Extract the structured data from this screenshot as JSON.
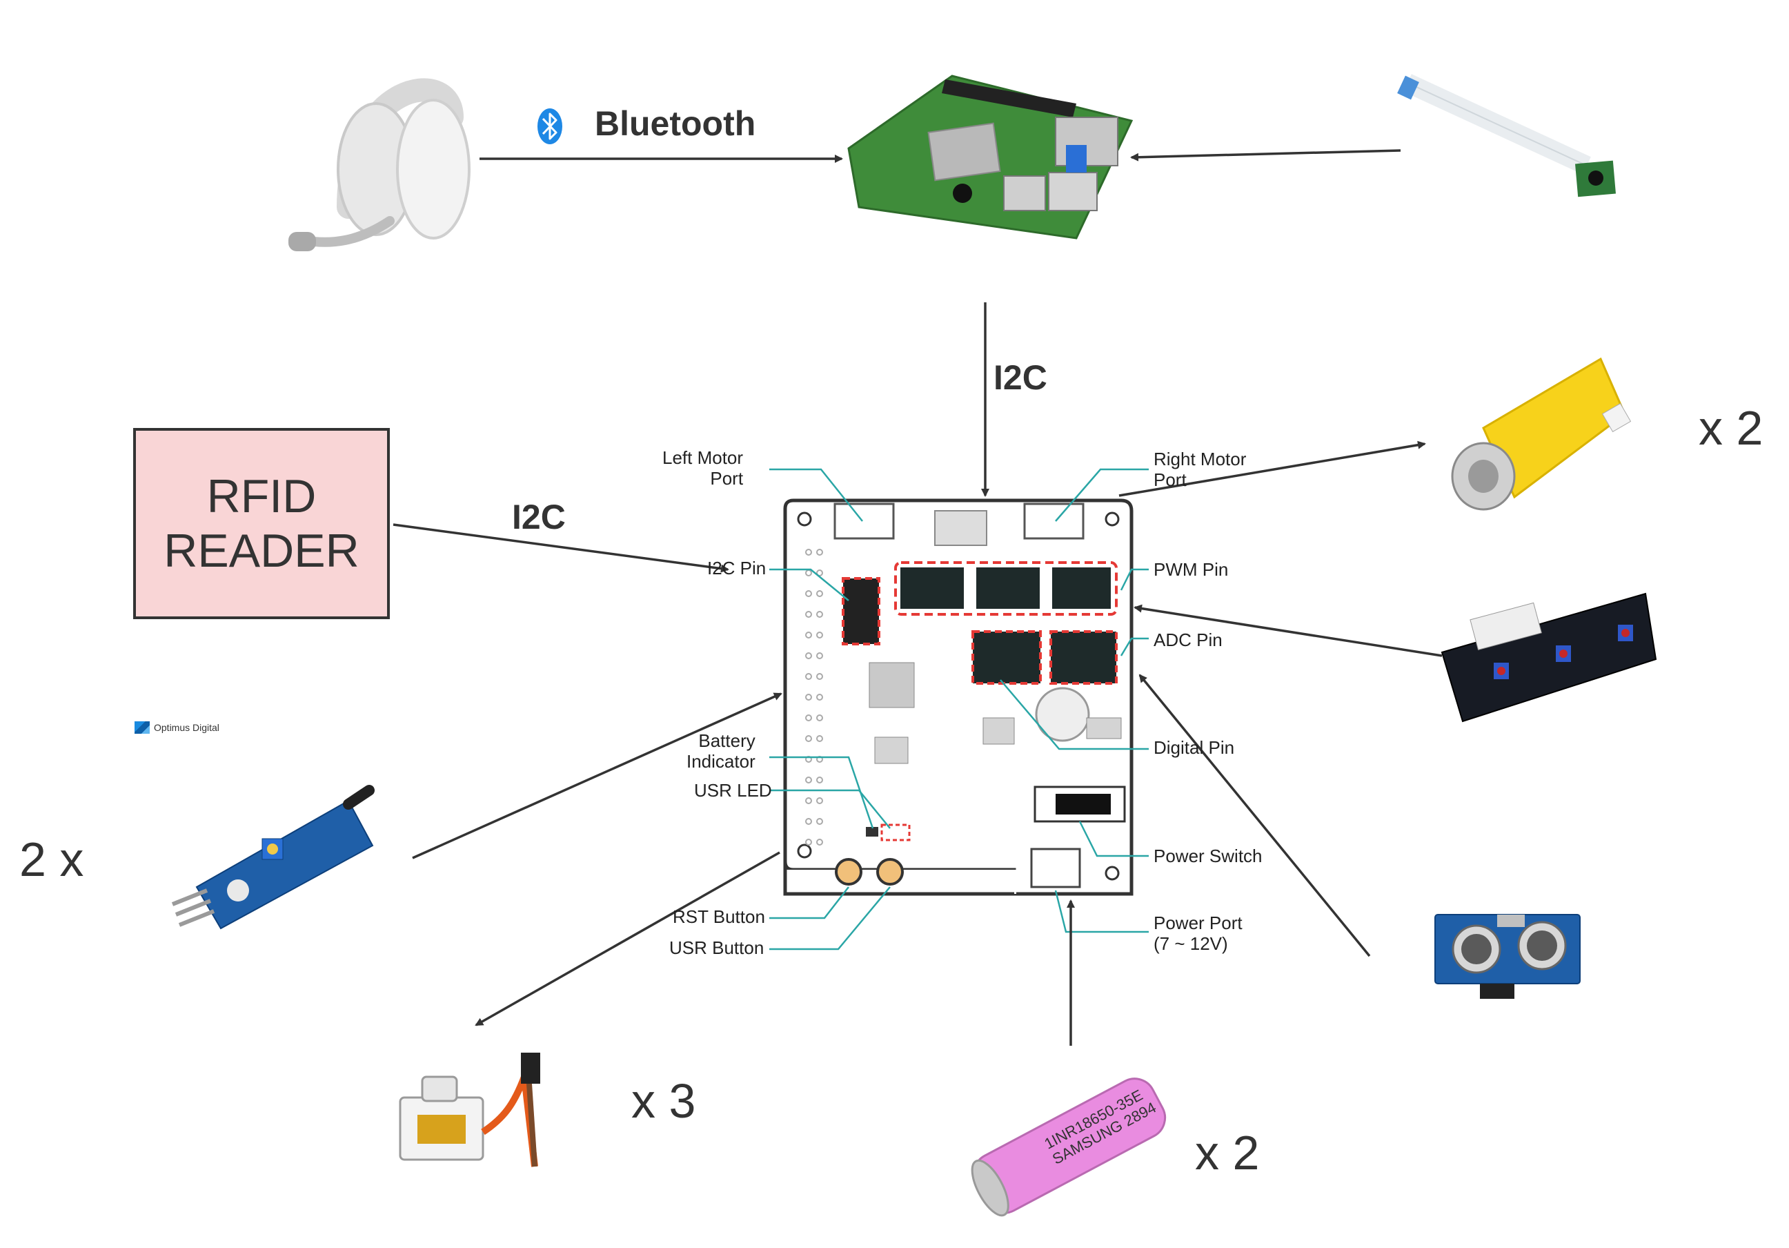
{
  "connections": {
    "bluetooth": "Bluetooth",
    "i2c_top": "I2C",
    "i2c_left": "I2C"
  },
  "rfid": {
    "line1": "RFID",
    "line2": "READER"
  },
  "quantities": {
    "motors": "x 2",
    "grayscale_sensors": "2 x",
    "servos": "x 3",
    "batteries": "x 2"
  },
  "brand": {
    "name": "Optimus Digital"
  },
  "board_pins": {
    "left_motor": [
      "Left Motor",
      "Port"
    ],
    "right_motor": [
      "Right Motor",
      "Port"
    ],
    "i2c_pin": "I2C Pin",
    "pwm_pin": "PWM Pin",
    "adc_pin": "ADC Pin",
    "digital_pin": "Digital Pin",
    "battery_indicator": [
      "Battery",
      "Indicator"
    ],
    "usr_led": "USR LED",
    "power_switch": "Power Switch",
    "rst_button": "RST Button",
    "usr_button": "USR Button",
    "power_port": [
      "Power Port",
      "(7 ~ 12V)"
    ]
  },
  "battery_print": [
    "1INR18650-35E",
    "SAMSUNG 2894"
  ],
  "colors": {
    "arrow": "#333333",
    "callout": "#2aa6a6",
    "highlight": "#e53935",
    "rfid_fill": "#f9d5d6",
    "battery": "#e98ce0",
    "motor": "#f7d21b",
    "pcb_blue": "#1f5fa8"
  }
}
